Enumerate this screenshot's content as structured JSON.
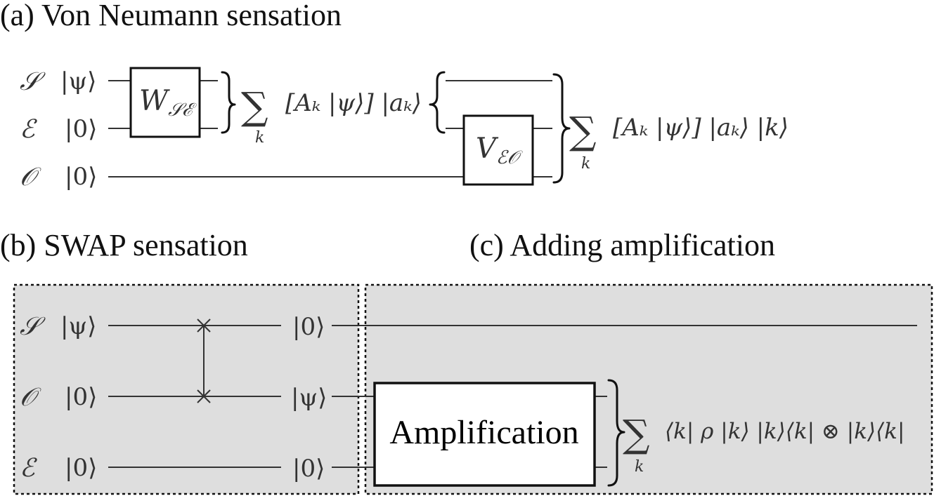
{
  "panels": {
    "a": {
      "title": "(a) Von Neumann sensation"
    },
    "b": {
      "title": "(b) SWAP sensation"
    },
    "c": {
      "title": "(c) Adding amplification"
    }
  },
  "circuit_a": {
    "labels": {
      "s": "𝒮",
      "e": "ℰ",
      "o": "𝒪"
    },
    "inputs": {
      "s": "|ψ⟩",
      "e": "|0⟩",
      "o": "|0⟩"
    },
    "gate_w": {
      "main": "W",
      "sub": "𝒮ℰ"
    },
    "gate_v": {
      "main": "V",
      "sub": "ℰ𝒪"
    },
    "mid_expr": "[Aₖ |ψ⟩] |aₖ⟩",
    "final_expr": "[Aₖ |ψ⟩] |aₖ⟩ |k⟩",
    "sum_symbol": "∑",
    "sum_index": "k"
  },
  "circuit_b": {
    "labels": {
      "s": "𝒮",
      "o": "𝒪",
      "e": "ℰ"
    },
    "inputs": {
      "s": "|ψ⟩",
      "o": "|0⟩",
      "e": "|0⟩"
    },
    "outputs": {
      "s": "|0⟩",
      "o": "|ψ⟩",
      "e": "|0⟩"
    }
  },
  "circuit_c": {
    "amp_label": "Amplification",
    "final_expr": "⟨k| ρ |k⟩ |k⟩⟨k| ⊗ |k⟩⟨k|",
    "sum_symbol": "∑",
    "sum_index": "k"
  }
}
